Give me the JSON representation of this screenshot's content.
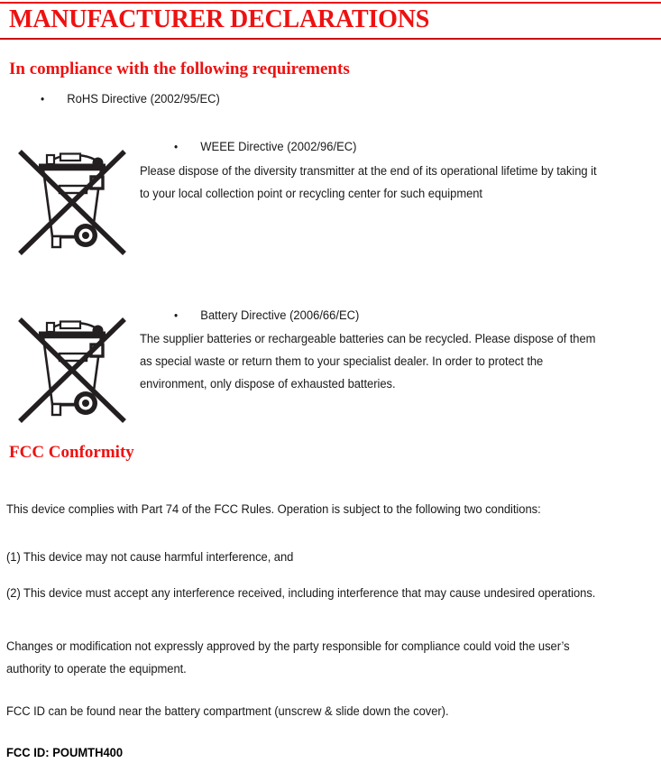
{
  "document": {
    "title": "MANUFACTURER DECLARATIONS",
    "accent_color": "#EE1111",
    "body_color": "#1A1A1A",
    "background_color": "#FFFFFF"
  },
  "compliance_section": {
    "heading": "In compliance with the following requirements",
    "items": [
      {
        "bullet_label": "RoHS Directive (2002/95/EC)",
        "body": ""
      },
      {
        "bullet_label": "WEEE Directive (2002/96/EC)",
        "body": "Please dispose of the diversity transmitter at the end of its operational lifetime by taking it to your local collection point or recycling center for such equipment",
        "icon": "weee-crossed-out-wheelie-bin-icon"
      },
      {
        "bullet_label": "Battery Directive (2006/66/EC)",
        "body": "The supplier batteries or rechargeable batteries can be recycled. Please dispose of them as special waste or return them to your specialist dealer. In order to protect the environment, only dispose of exhausted batteries.",
        "icon": "weee-crossed-out-wheelie-bin-icon"
      }
    ]
  },
  "fcc_section": {
    "heading": "FCC Conformity",
    "paragraphs": [
      "This device complies with Part 74 of the FCC Rules. Operation is subject to the following two conditions:",
      "(1) This device may not cause harmful interference, and",
      "(2) This device must accept any interference received, including interference that may cause undesired operations.",
      "Changes or modification not expressly approved by the party responsible for compliance could void the user’s authority to operate the equipment.",
      "FCC ID can be found near the battery compartment (unscrew & slide down the cover)."
    ],
    "fcc_id_label": "FCC ID: POUMTH400"
  }
}
